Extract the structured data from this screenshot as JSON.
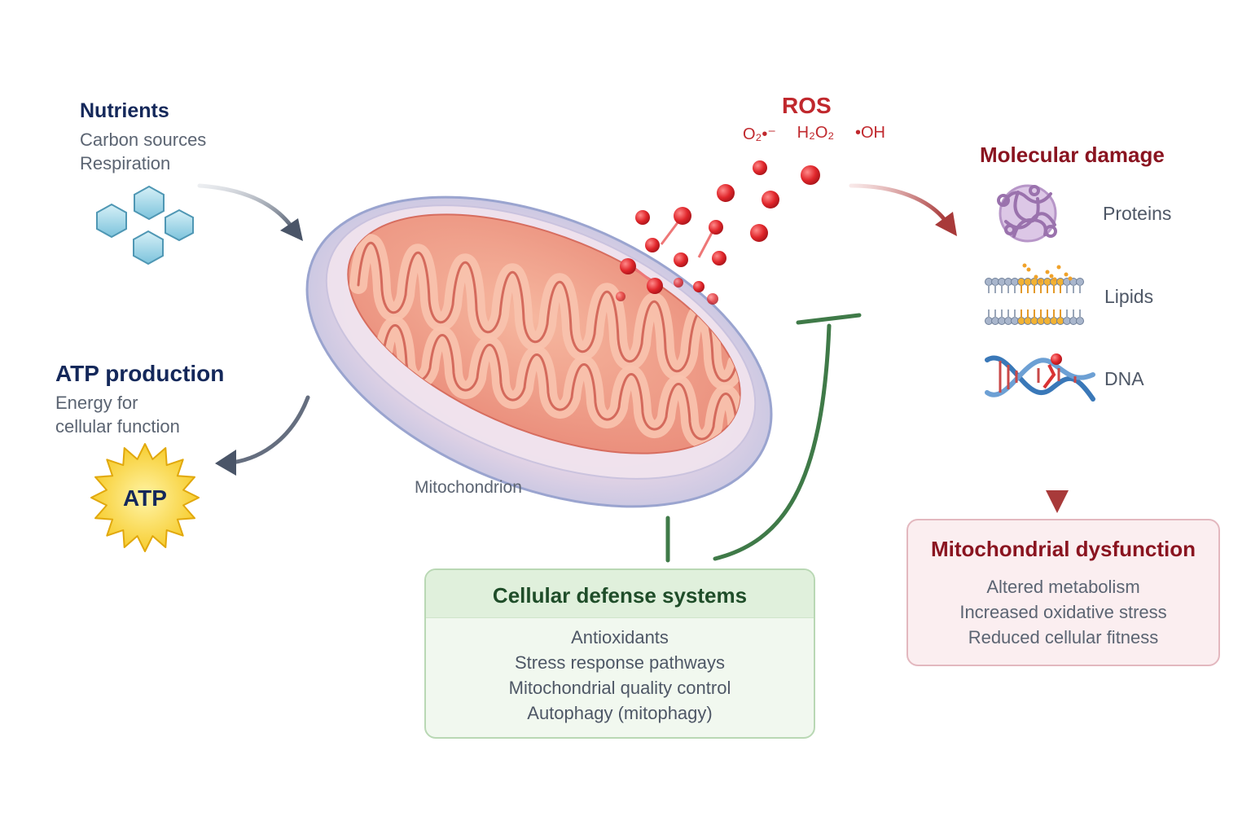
{
  "nutrients": {
    "title": "Nutrients",
    "lines": [
      "Carbon sources",
      "Respiration"
    ],
    "icon": "glucose-hexagons-icon"
  },
  "atp": {
    "title": "ATP production",
    "lines": [
      "Energy for",
      "cellular function"
    ],
    "badge": "ATP",
    "icon": "atp-starburst-icon"
  },
  "mitochondrion": {
    "label": "Mitochondrion",
    "icon": "mitochondrion-icon"
  },
  "ros": {
    "title": "ROS",
    "species": [
      "O₂•⁻",
      "H₂O₂",
      "•OH"
    ],
    "icon": "ros-molecules-icon"
  },
  "damage": {
    "title": "Molecular damage",
    "items": [
      {
        "label": "Proteins",
        "icon": "protein-icon"
      },
      {
        "label": "Lipids",
        "icon": "lipid-bilayer-icon"
      },
      {
        "label": "DNA",
        "icon": "dna-helix-icon"
      }
    ]
  },
  "dysfunction": {
    "title": "Mitochondrial dysfunction",
    "lines": [
      "Altered metabolism",
      "Increased oxidative stress",
      "Reduced cellular fitness"
    ]
  },
  "defense": {
    "title": "Cellular defense systems",
    "lines": [
      "Antioxidants",
      "Stress response pathways",
      "Mitochondrial quality control",
      "Autophagy (mitophagy)"
    ]
  },
  "colors": {
    "navy": "#14285a",
    "ros_red": "#c0282d",
    "damage_red": "#8a1420",
    "defense_green": "#2f6b3a",
    "arrow_gray": "#4a5568"
  }
}
